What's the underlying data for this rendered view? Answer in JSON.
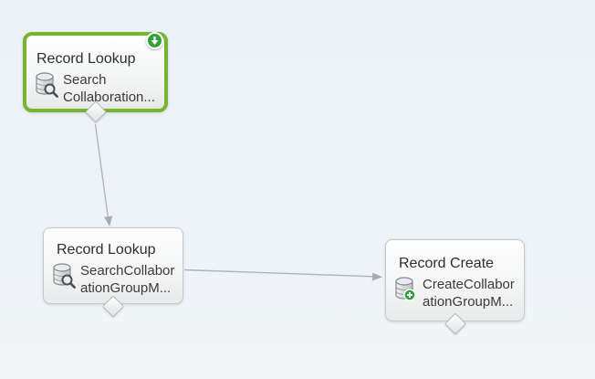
{
  "canvas": {
    "background": "#eef3f7"
  },
  "colors": {
    "selected_border": "#76b62e",
    "start_badge": "#33a135",
    "node_border": "#c7c9cb",
    "connector": "#b2b5b8",
    "arrowhead": "#a8abae"
  },
  "nodes": [
    {
      "id": "record-lookup-1",
      "title": "Record Lookup",
      "label_lines": [
        "Search",
        "Collaboration..."
      ],
      "icon": "database-search-icon",
      "selected": true,
      "start_element": true
    },
    {
      "id": "record-lookup-2",
      "title": "Record Lookup",
      "label_lines": [
        "SearchCollabor",
        "ationGroupM..."
      ],
      "icon": "database-search-icon",
      "selected": false,
      "start_element": false
    },
    {
      "id": "record-create-1",
      "title": "Record Create",
      "label_lines": [
        "CreateCollabor",
        "ationGroupM..."
      ],
      "icon": "database-add-icon",
      "selected": false,
      "start_element": false
    }
  ],
  "connectors": [
    {
      "from": "record-lookup-1",
      "to": "record-lookup-2"
    },
    {
      "from": "record-lookup-2",
      "to": "record-create-1"
    }
  ]
}
